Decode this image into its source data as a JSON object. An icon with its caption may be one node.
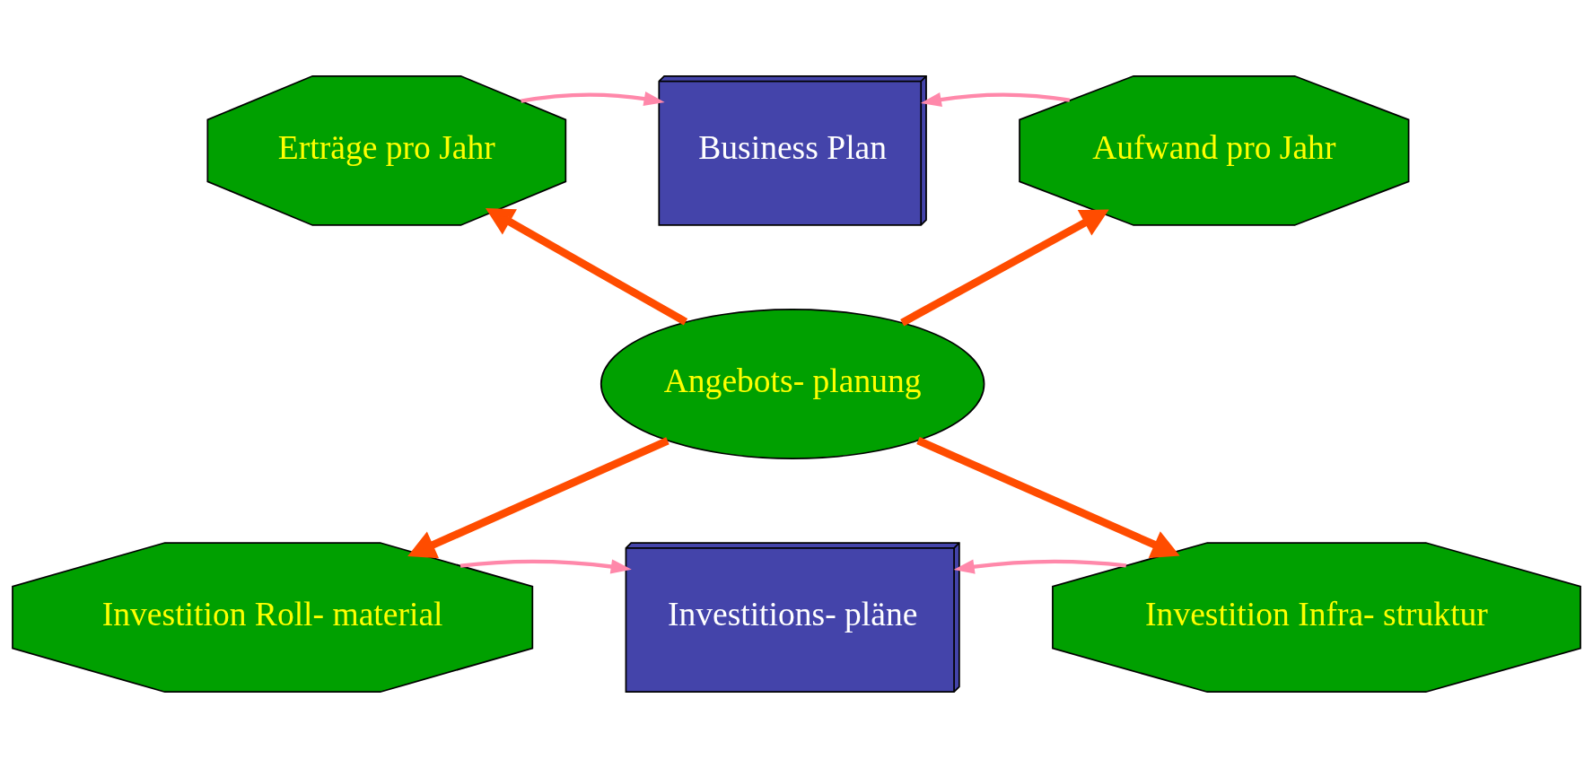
{
  "diagram": {
    "nodes": [
      {
        "text": [
          "Erträge pro Jahr"
        ]
      },
      {
        "text": [
          "Business Plan"
        ]
      },
      {
        "text": [
          "Aufwand pro Jahr"
        ]
      },
      {
        "text": [
          "Angebots- planung"
        ]
      },
      {
        "text": [
          "Investition Roll- material"
        ]
      },
      {
        "text": [
          "Investitions- pläne"
        ]
      },
      {
        "text": [
          "Investition Infra- struktur"
        ]
      }
    ],
    "edges": [
      {
        "from": 0,
        "to": 1,
        "arrow": "to",
        "color": "#ff88aa"
      },
      {
        "from": 2,
        "to": 1,
        "arrow": "to",
        "color": "#ff88aa"
      },
      {
        "from": 3,
        "to": 0,
        "arrow": "to",
        "style": "thick",
        "color": "#ff4c00"
      },
      {
        "from": 3,
        "to": 2,
        "arrow": "to",
        "style": "thick",
        "color": "#ff4c00"
      },
      {
        "from": 3,
        "to": 4,
        "arrow": "to",
        "style": "thick",
        "color": "#ff4c00"
      },
      {
        "from": 3,
        "to": 6,
        "arrow": "to",
        "style": "thick",
        "color": "#ff4c00"
      },
      {
        "from": 4,
        "to": 5,
        "arrow": "to",
        "color": "#ff88aa"
      },
      {
        "from": 6,
        "to": 5,
        "arrow": "to",
        "color": "#ff88aa"
      }
    ]
  }
}
